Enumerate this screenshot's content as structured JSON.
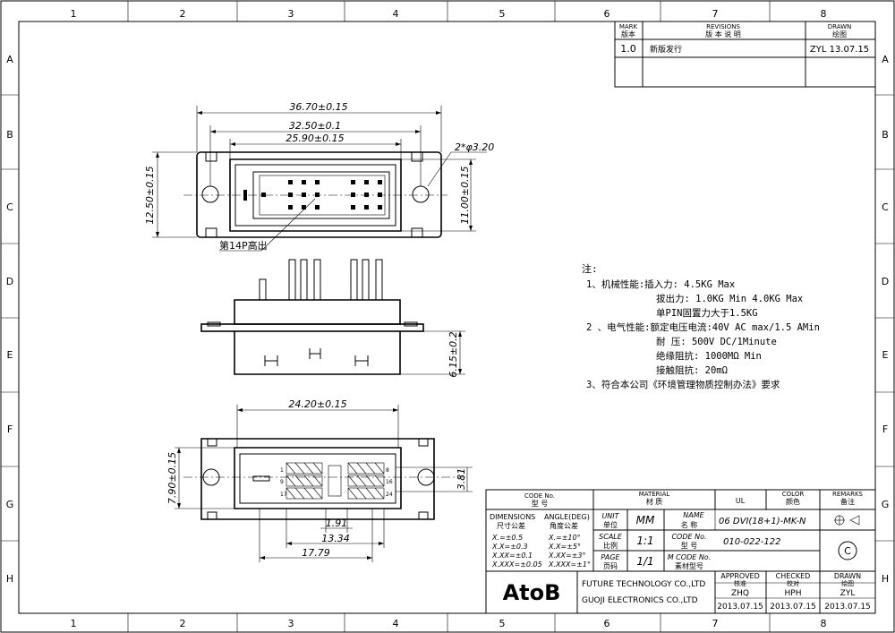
{
  "grid": {
    "cols": [
      "1",
      "2",
      "3",
      "4",
      "5",
      "6",
      "7",
      "8"
    ],
    "rows": [
      "A",
      "B",
      "C",
      "D",
      "E",
      "F",
      "G",
      "H"
    ]
  },
  "revisions": {
    "mark_en": "MARK",
    "mark_cn": "版本",
    "revisions_en": "REVISIONS",
    "revisions_cn": "版 本 说 明",
    "drawn_en": "DRAWN",
    "drawn_cn": "绘图",
    "row_mark": "1.0",
    "row_desc": "新版发行",
    "row_drawn": "ZYL 13.07.15"
  },
  "top_view": {
    "dim_overall": "36.70±0.15",
    "dim_holes": "32.50±0.1",
    "dim_inner": "25.90±0.15",
    "dim_height": "12.50±0.15",
    "dim_inner_height": "11.00±0.15",
    "dim_hole_dia": "2*φ3.20",
    "callout": "第14P高出"
  },
  "side_view": {
    "dim_height": "6.15±0.2"
  },
  "bottom_view": {
    "dim_top": "24.20±0.15",
    "dim_height": "7.90±0.15",
    "dim_right": "3.81",
    "dim_a": "1.91",
    "dim_b": "13.34",
    "dim_c": "17.79",
    "pin_labels": [
      "8",
      "16",
      "24",
      "17",
      "9",
      "1"
    ]
  },
  "notes": {
    "title": "注:",
    "lines": [
      "1、机械性能:插入力: 4.5KG Max",
      "拔出力: 1.0KG Min 4.0KG Max",
      "单PIN固置力大于1.5KG",
      "2 、电气性能:额定电压电流:40V AC max/1.5 AMin",
      "耐 压: 500V DC/1Minute",
      "绝缘阻抗: 1000MΩ Min",
      "接触阻抗: 20mΩ",
      "3、符合本公司《环境管理物质控制办法》要求"
    ]
  },
  "title_block": {
    "code_no_en": "CODE No.",
    "code_no_cn": "型 号",
    "material_en": "MATERIAL",
    "material_cn": "材 质",
    "ul": "UL",
    "color_en": "COLOR",
    "color_cn": "颜色",
    "remarks_en": "REMARKS",
    "remarks_cn": "备注",
    "dimensions_en": "DIMENSIONS",
    "dimensions_cn": "尺寸公差",
    "angle_en": "ANGLE(DEG)",
    "angle_cn": "角度公差",
    "tol_dims": [
      "X.=±0.5",
      "X.X=±0.3",
      "X.XX=±0.1",
      "X.XXX=±0.05"
    ],
    "tol_angles": [
      "X.=±10°",
      "X.X=±5°",
      "X.XX=±3°",
      "X.XXX=±1°"
    ],
    "unit_en": "UNIT",
    "unit_cn": "单位",
    "unit_val": "MM",
    "name_en": "NAME",
    "name_cn": "名 称",
    "name_val": "06 DVI(18+1)-MK-N",
    "scale_en": "SCALE",
    "scale_cn": "比例",
    "scale_val": "1:1",
    "code_en": "CODE No.",
    "code_cn": "型 号",
    "code_val": "010-022-122",
    "page_en": "PAGE",
    "page_cn": "页码",
    "page_val": "1/1",
    "mcode_en": "M CODE No.",
    "mcode_cn": "素材型号",
    "revision_symbol": "C",
    "logo": "AtoB",
    "company_1": "FUTURE TECHNOLOGY CO.,LTD",
    "company_2": "GUOJI ELECTRONICS CO.,LTD",
    "approved_en": "APPROVED",
    "approved_cn": "核准",
    "approved_by": "ZHQ",
    "approved_date": "2013.07.15",
    "checked_en": "CHECKED",
    "checked_cn": "校对",
    "checked_by": "HPH",
    "checked_date": "2013.07.15",
    "drawn_en": "DRAWN",
    "drawn_cn": "绘图",
    "drawn_by": "ZYL",
    "drawn_date": "2013.07.15"
  }
}
